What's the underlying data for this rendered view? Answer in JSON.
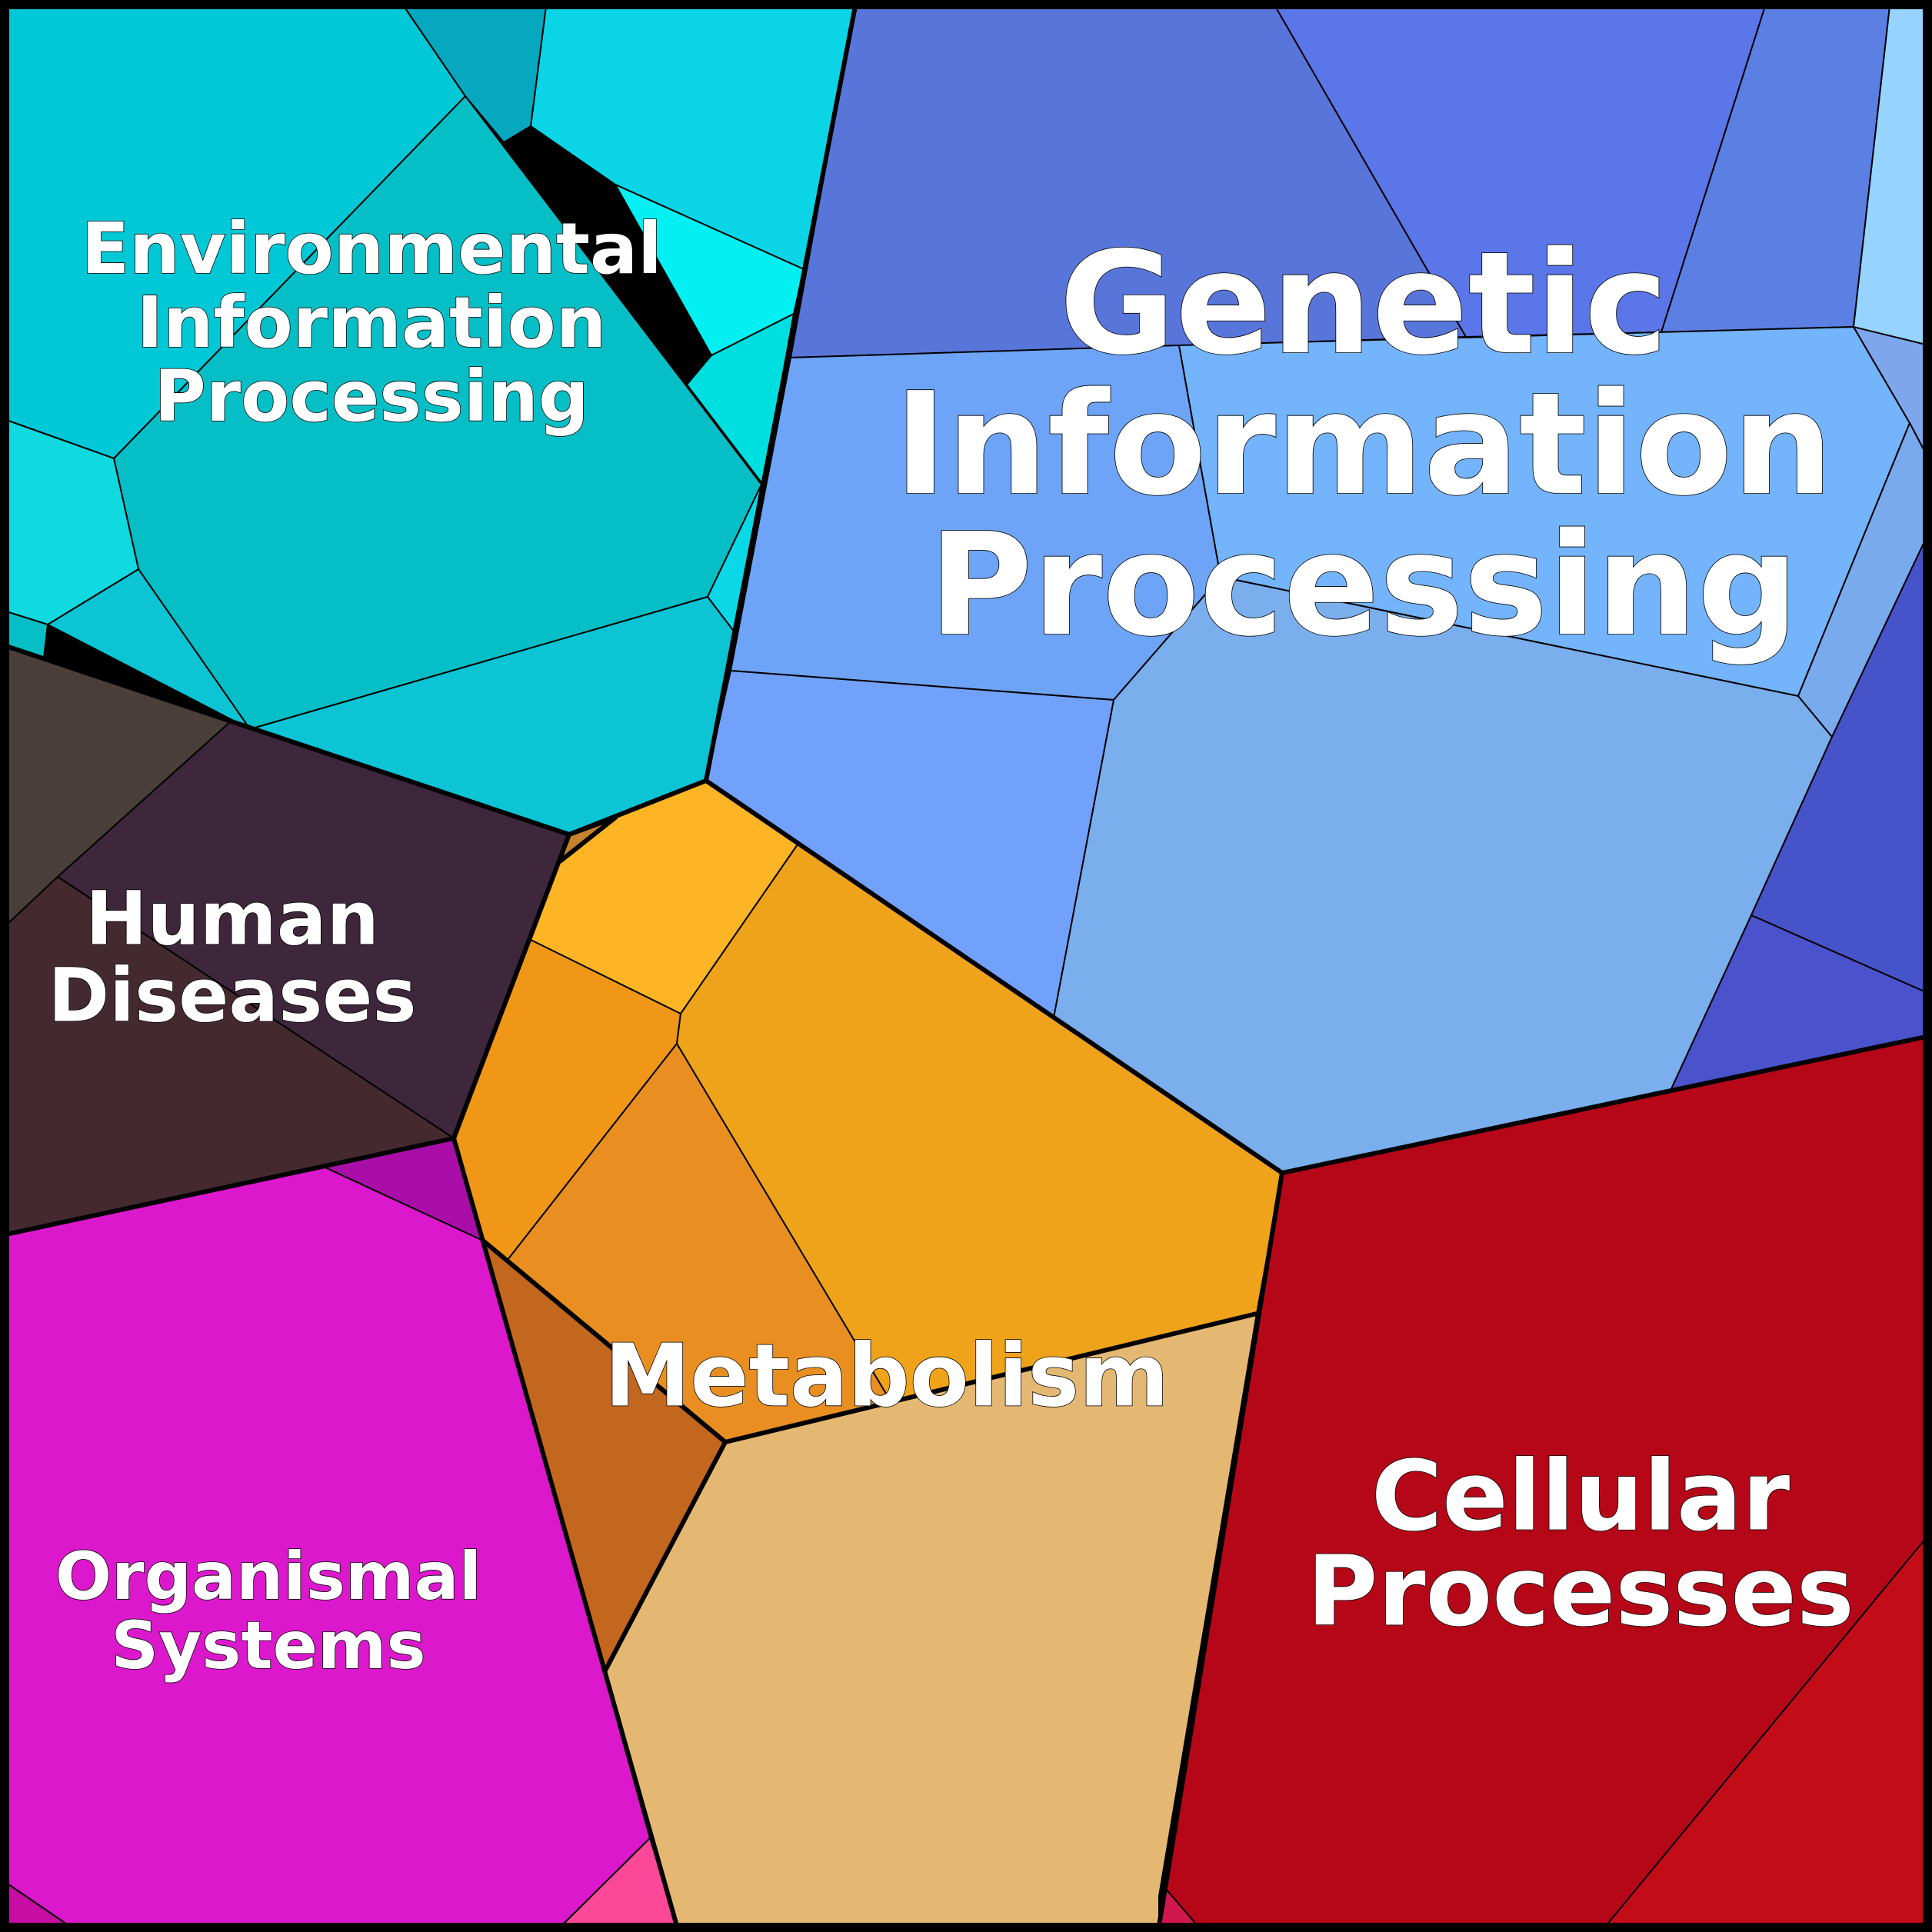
{
  "diagram": {
    "type": "voronoi-treemap",
    "categories": [
      {
        "id": "environmental",
        "lines": [
          "Environmental",
          "Information",
          "Processing"
        ],
        "palette": [
          "#06bfc6",
          "#00c8d6",
          "#0bd4e6",
          "#03f0f2",
          "#00dfe0",
          "#06a8c0",
          "#0ad8e6",
          "#0cc4d4",
          "#11d9e0"
        ]
      },
      {
        "id": "genetic",
        "lines": [
          "Genetic",
          "Information",
          "Processing"
        ],
        "palette": [
          "#5876da",
          "#5a76e8",
          "#5b7fe2",
          "#96d3fe",
          "#6da4f7",
          "#73b4fc",
          "#7aaeec",
          "#72a1fb",
          "#4753c8",
          "#7ea6ec",
          "#4a52cc",
          "#7aaaee"
        ]
      },
      {
        "id": "human-diseases",
        "lines": [
          "Human",
          "Diseases"
        ],
        "palette": [
          "#4a3e3b",
          "#3e263b",
          "#442a2f"
        ]
      },
      {
        "id": "metabolism",
        "lines": [
          "Metabolism"
        ],
        "palette": [
          "#fdb526",
          "#f09717",
          "#efa31b",
          "#e98f22",
          "#c3661e",
          "#e4b873",
          "#c7822c"
        ]
      },
      {
        "id": "organismal",
        "lines": [
          "Organismal",
          "Systems"
        ],
        "palette": [
          "#dc18cc",
          "#aa0ea8",
          "#fc4898",
          "#c80da4"
        ]
      },
      {
        "id": "cellular",
        "lines": [
          "Cellular",
          "Processes"
        ],
        "palette": [
          "#b50718",
          "#c20d18",
          "#d2174e"
        ]
      }
    ]
  }
}
